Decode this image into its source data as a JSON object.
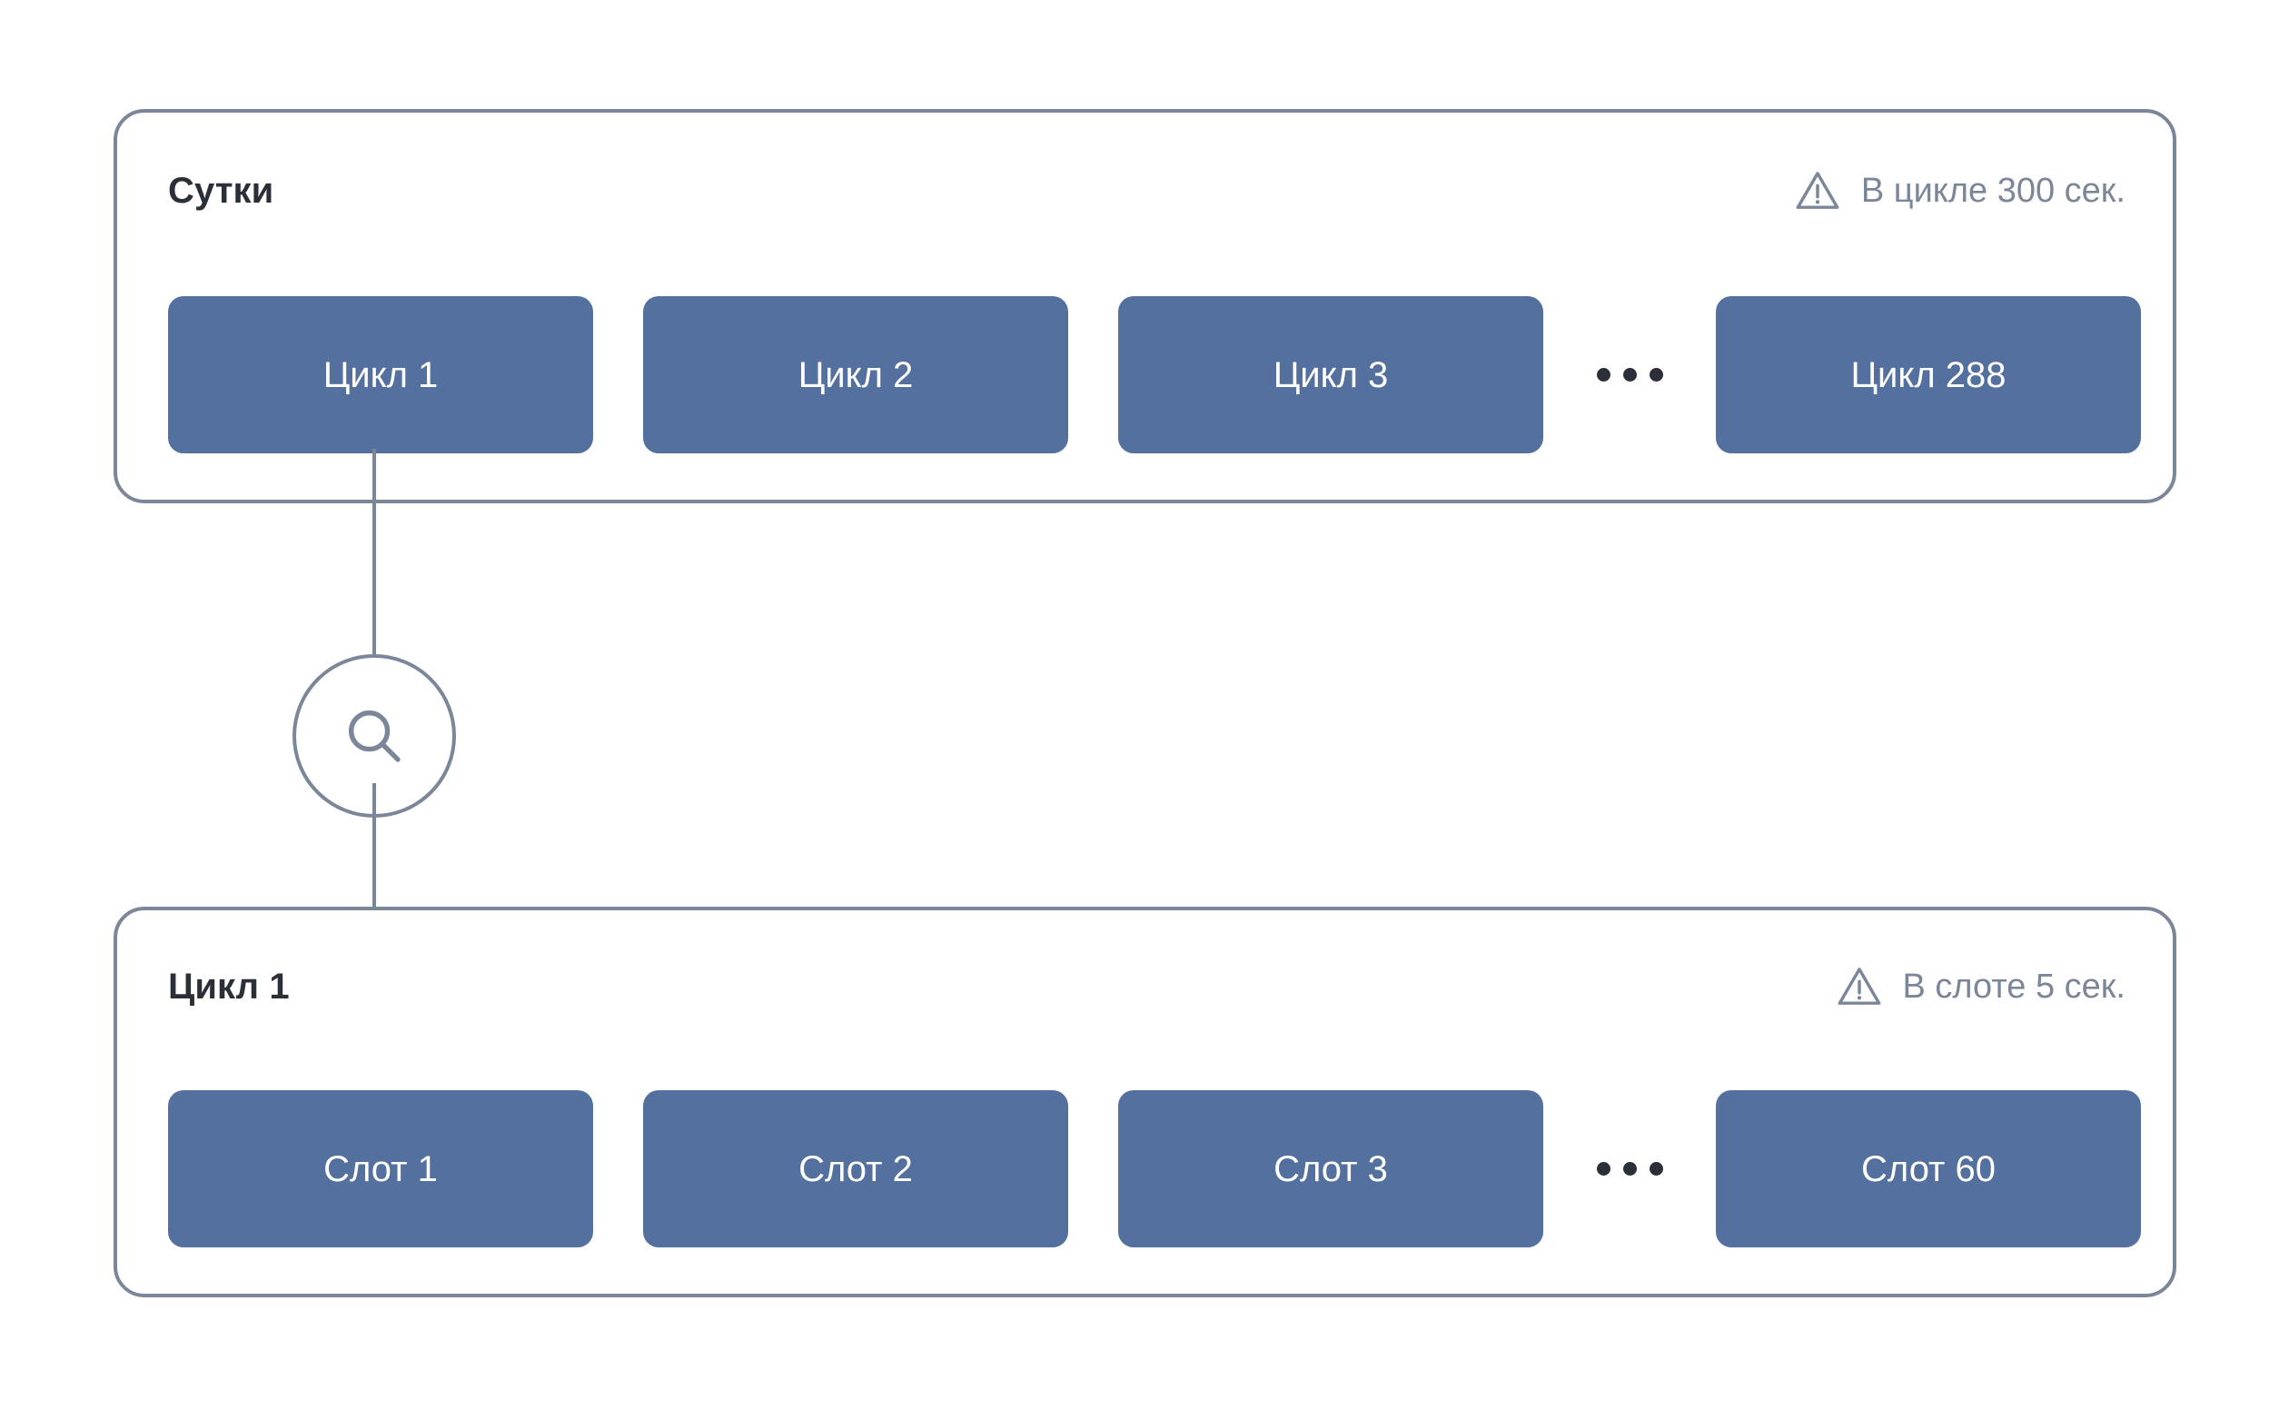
{
  "panels": [
    {
      "id": "day",
      "title": "Сутки",
      "note": {
        "icon": "warning-triangle-icon",
        "text": "В цикле 300 сек."
      },
      "items": [
        {
          "label": "Цикл 1"
        },
        {
          "label": "Цикл 2"
        },
        {
          "label": "Цикл 3"
        },
        {
          "label": "Цикл 288"
        }
      ],
      "ellipsis": "…"
    },
    {
      "id": "cycle",
      "title": "Цикл 1",
      "note": {
        "icon": "warning-triangle-icon",
        "text": "В слоте 5 сек."
      },
      "items": [
        {
          "label": "Слот 1"
        },
        {
          "label": "Слот 2"
        },
        {
          "label": "Слот 3"
        },
        {
          "label": "Слот 60"
        }
      ],
      "ellipsis": "…"
    }
  ],
  "connector": {
    "node_icon": "search-icon",
    "from": "Цикл 1",
    "to": "Цикл 1"
  },
  "colors": {
    "chip_fill": "#54709e",
    "chip_text": "#ffffff",
    "panel_border": "#7c8699",
    "title_text": "#2b2f38",
    "note_text": "#7c8699",
    "connector_line": "#7c8699",
    "background": "#ffffff"
  }
}
